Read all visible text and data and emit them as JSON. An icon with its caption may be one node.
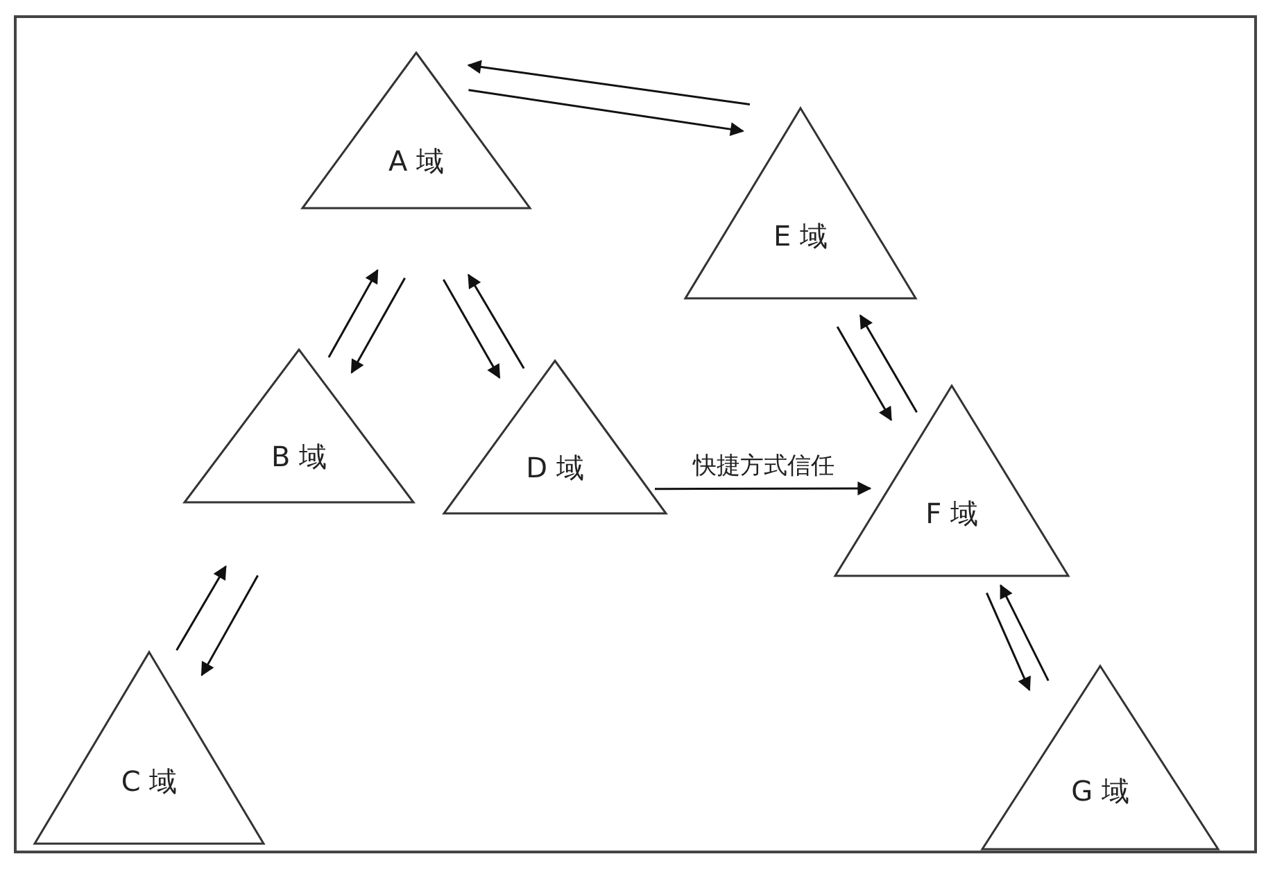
{
  "diagram": {
    "nodes": [
      {
        "text": [
          "A 域"
        ]
      },
      {
        "text": [
          "B 域"
        ]
      },
      {
        "text": [
          "C 域"
        ]
      },
      {
        "text": [
          "D 域"
        ]
      },
      {
        "text": [
          "E 域"
        ]
      },
      {
        "text": [
          "F 域"
        ]
      },
      {
        "text": [
          "G 域"
        ]
      }
    ],
    "edges": [
      {
        "from": 4,
        "to": 0,
        "arrow": "to"
      },
      {
        "from": 0,
        "to": 4,
        "arrow": "to"
      },
      {
        "from": 1,
        "to": 0,
        "arrow": "to"
      },
      {
        "from": 0,
        "to": 1,
        "arrow": "to"
      },
      {
        "from": 0,
        "to": 3,
        "arrow": "to"
      },
      {
        "from": 3,
        "to": 0,
        "arrow": "to"
      },
      {
        "from": 4,
        "to": 5,
        "arrow": "to"
      },
      {
        "from": 5,
        "to": 4,
        "arrow": "to"
      },
      {
        "from": 2,
        "to": 1,
        "arrow": "to"
      },
      {
        "from": 1,
        "to": 2,
        "arrow": "to"
      },
      {
        "from": 3,
        "to": 5,
        "arrow": "to",
        "label": "快捷方式信任"
      },
      {
        "from": 5,
        "to": 6,
        "arrow": "to"
      },
      {
        "from": 6,
        "to": 5,
        "arrow": "to"
      }
    ]
  }
}
